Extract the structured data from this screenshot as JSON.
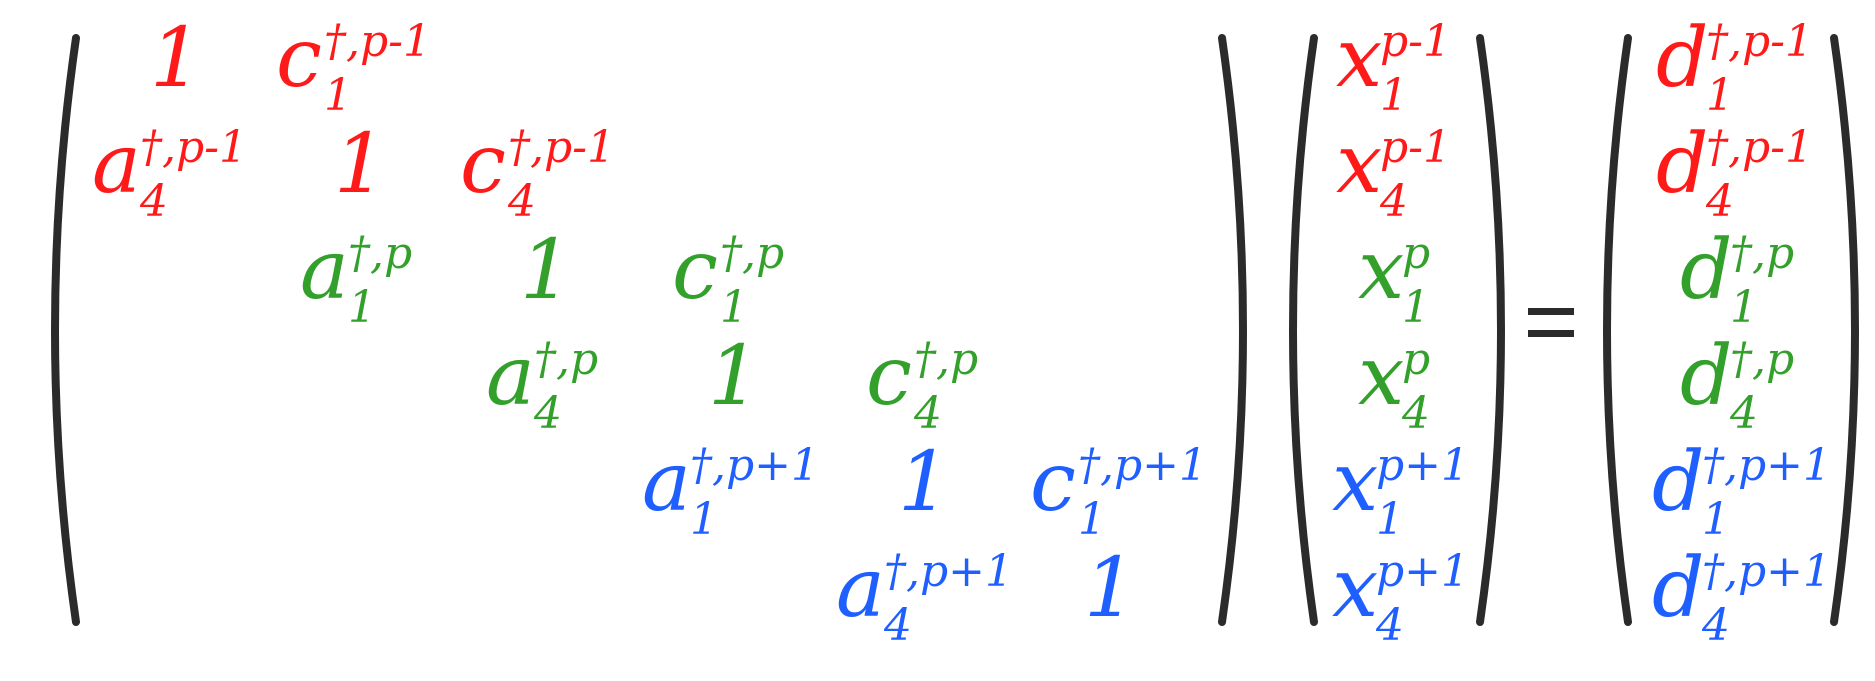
{
  "colors": {
    "red": "#ff1a1a",
    "green": "#33a02c",
    "blue": "#1f5fff",
    "bracket": "#2b2b2b"
  },
  "equals_symbol": "=",
  "matrix": {
    "cells": [
      {
        "id": "m-1-1",
        "sym": "1",
        "sup": "",
        "sub": "",
        "color": "red"
      },
      {
        "id": "m-1-2",
        "sym": "c",
        "sup": "†,p-1",
        "sub": "1",
        "color": "red"
      },
      {
        "id": "m-2-1",
        "sym": "a",
        "sup": "†,p-1",
        "sub": "4",
        "color": "red"
      },
      {
        "id": "m-2-2",
        "sym": "1",
        "sup": "",
        "sub": "",
        "color": "red"
      },
      {
        "id": "m-2-3",
        "sym": "c",
        "sup": "†,p-1",
        "sub": "4",
        "color": "red"
      },
      {
        "id": "m-3-2",
        "sym": "a",
        "sup": "†,p",
        "sub": "1",
        "color": "green"
      },
      {
        "id": "m-3-3",
        "sym": "1",
        "sup": "",
        "sub": "",
        "color": "green"
      },
      {
        "id": "m-3-4",
        "sym": "c",
        "sup": "†,p",
        "sub": "1",
        "color": "green"
      },
      {
        "id": "m-4-3",
        "sym": "a",
        "sup": "†,p",
        "sub": "4",
        "color": "green"
      },
      {
        "id": "m-4-4",
        "sym": "1",
        "sup": "",
        "sub": "",
        "color": "green"
      },
      {
        "id": "m-4-5",
        "sym": "c",
        "sup": "†,p",
        "sub": "4",
        "color": "green"
      },
      {
        "id": "m-5-4",
        "sym": "a",
        "sup": "†,p+1",
        "sub": "1",
        "color": "blue"
      },
      {
        "id": "m-5-5",
        "sym": "1",
        "sup": "",
        "sub": "",
        "color": "blue"
      },
      {
        "id": "m-5-6",
        "sym": "c",
        "sup": "†,p+1",
        "sub": "1",
        "color": "blue"
      },
      {
        "id": "m-6-5",
        "sym": "a",
        "sup": "†,p+1",
        "sub": "4",
        "color": "blue"
      },
      {
        "id": "m-6-6",
        "sym": "1",
        "sup": "",
        "sub": "",
        "color": "blue"
      }
    ]
  },
  "unknowns": [
    {
      "id": "x-1",
      "sym": "x",
      "sup": "p-1",
      "sub": "1",
      "color": "red"
    },
    {
      "id": "x-2",
      "sym": "x",
      "sup": "p-1",
      "sub": "4",
      "color": "red"
    },
    {
      "id": "x-3",
      "sym": "x",
      "sup": "p",
      "sub": "1",
      "color": "green"
    },
    {
      "id": "x-4",
      "sym": "x",
      "sup": "p",
      "sub": "4",
      "color": "green"
    },
    {
      "id": "x-5",
      "sym": "x",
      "sup": "p+1",
      "sub": "1",
      "color": "blue"
    },
    {
      "id": "x-6",
      "sym": "x",
      "sup": "p+1",
      "sub": "4",
      "color": "blue"
    }
  ],
  "rhs": [
    {
      "id": "d-1",
      "sym": "d",
      "sup": "†,p-1",
      "sub": "1",
      "color": "red"
    },
    {
      "id": "d-2",
      "sym": "d",
      "sup": "†,p-1",
      "sub": "4",
      "color": "red"
    },
    {
      "id": "d-3",
      "sym": "d",
      "sup": "†,p",
      "sub": "1",
      "color": "green"
    },
    {
      "id": "d-4",
      "sym": "d",
      "sup": "†,p",
      "sub": "4",
      "color": "green"
    },
    {
      "id": "d-5",
      "sym": "d",
      "sup": "†,p+1",
      "sub": "1",
      "color": "blue"
    },
    {
      "id": "d-6",
      "sym": "d",
      "sup": "†,p+1",
      "sub": "4",
      "color": "blue"
    }
  ]
}
